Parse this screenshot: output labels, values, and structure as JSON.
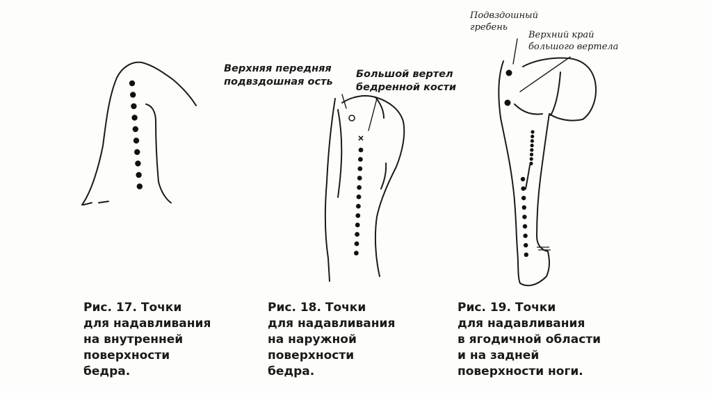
{
  "figures": [
    {
      "caption": [
        "Рис. 17. Точки",
        "для надавливания",
        "на внутренней",
        "поверхности",
        "бедра."
      ]
    },
    {
      "caption": [
        "Рис. 18. Точки",
        "для надавливания",
        "на наружной",
        "поверхности",
        "бедра."
      ],
      "labels": {
        "asis": [
          "Верхняя передняя",
          "подвздошная ость"
        ],
        "trochanter": [
          "Большой вертел",
          "бедренной кости"
        ]
      }
    },
    {
      "caption": [
        "Рис. 19. Точки",
        "для надавливания",
        "в ягодичной области",
        "и на задней",
        "поверхности ноги."
      ],
      "labels": {
        "iliac_crest": [
          "Подвздошный",
          "гребень"
        ],
        "trochanter_top": [
          "Верхний край",
          "большого вертела"
        ]
      }
    }
  ]
}
